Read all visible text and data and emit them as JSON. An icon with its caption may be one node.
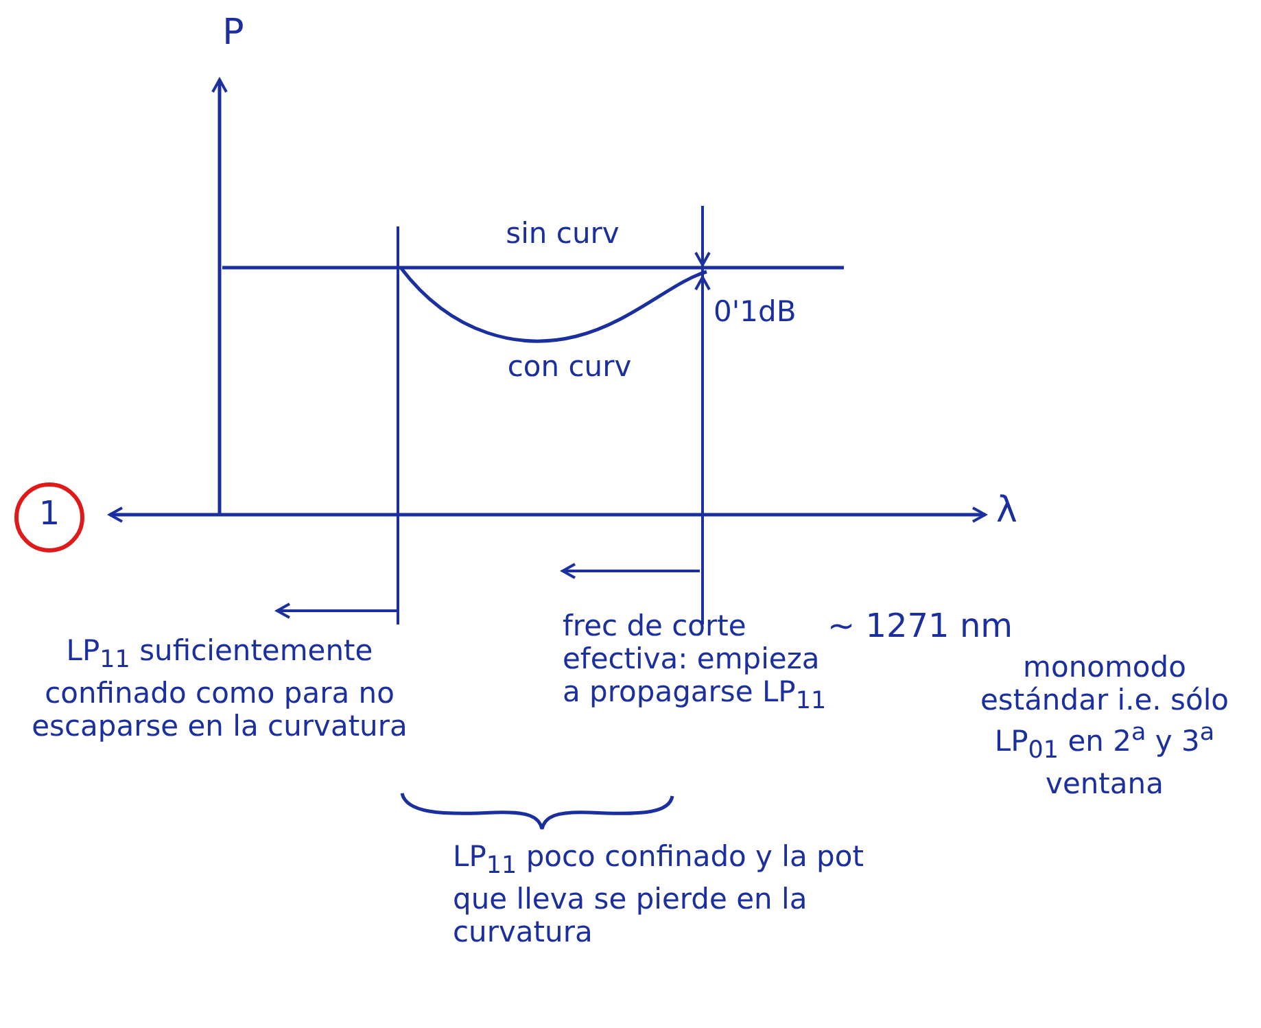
{
  "diagram": {
    "labels": [
      "P",
      "sin curv",
      "0'1dB",
      "con curv",
      "1",
      "λ",
      "LP$_{11}$ suficientemente confinado como para no escaparse en la curvatura",
      "frec de corte efectiva: empieza a propagarse LP$_{11}$",
      "~ 1271 nm",
      "monomodo estándar i.e. sólo LP$_{01}$ en 2$^{a}$ y 3$^{a}$ ventana",
      "LP$_{11}$ poco confinado y la pot que lleva se pierde en la curvatura"
    ]
  }
}
